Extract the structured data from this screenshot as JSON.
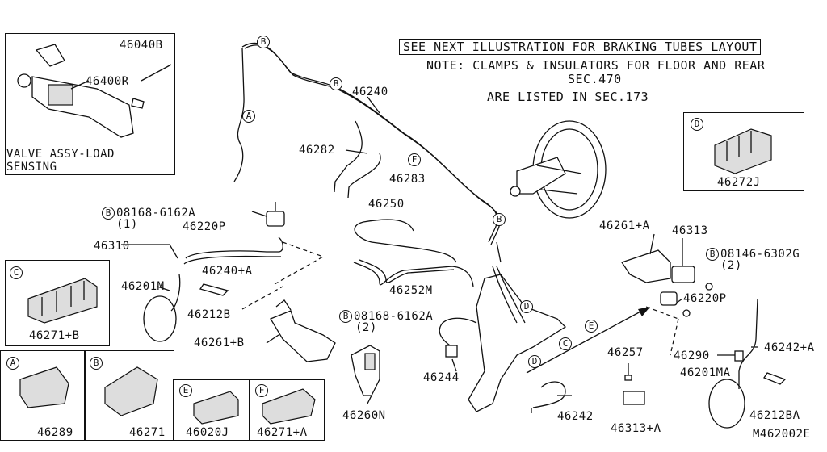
{
  "header": {
    "boxed_note": "SEE NEXT ILLUSTRATION FOR BRAKING TUBES LAYOUT",
    "note_line1": "NOTE: CLAMPS & INSULATORS FOR FLOOR AND REAR",
    "note_line2": "SEC.470",
    "note_line3": "ARE LISTED IN SEC.173"
  },
  "inset_valve": {
    "part_a": "46040B",
    "part_b": "46400R",
    "caption_line1": "VALVE ASSY-LOAD",
    "caption_line2": "SENSING"
  },
  "inset_c": {
    "marker": "C",
    "part": "46271+B"
  },
  "inset_d": {
    "marker": "D",
    "part": "46272J"
  },
  "bottom_insets": [
    {
      "marker": "A",
      "part": "46289"
    },
    {
      "marker": "B",
      "part": "46271"
    },
    {
      "marker": "E",
      "part": "46020J"
    },
    {
      "marker": "F",
      "part": "46271+A"
    }
  ],
  "callouts": {
    "p46240": "46240",
    "p46282": "46282",
    "p46283": "46283",
    "p46250": "46250",
    "p46252M": "46252M",
    "bolt1": "08168-6162A",
    "bolt1_qty": "(1)",
    "p46220P_left": "46220P",
    "p46310": "46310",
    "p46240A": "46240+A",
    "p46201M": "46201M",
    "p46212B": "46212B",
    "bolt2": "08168-6162A",
    "bolt2_qty": "(2)",
    "p46261B": "46261+B",
    "p46260N": "46260N",
    "p46244": "46244",
    "p46242": "46242",
    "p46257": "46257",
    "p46313A": "46313+A",
    "p46261A": "46261+A",
    "p46313": "46313",
    "bolt3": "08146-6302G",
    "bolt3_qty": "(2)",
    "p46220P_right": "46220P",
    "p46290": "46290",
    "p46242A": "46242+A",
    "p46201MA": "46201MA",
    "p46212BA": "46212BA",
    "diagram_id": "M462002E"
  },
  "markers": {
    "bolt_symbol": "B",
    "tube_A": "A",
    "tube_F": "F",
    "tube_B1": "B",
    "tube_B2": "B",
    "tube_B3": "B",
    "bracket_D1": "D",
    "bracket_E": "E",
    "bracket_C": "C",
    "bracket_D2": "D"
  }
}
